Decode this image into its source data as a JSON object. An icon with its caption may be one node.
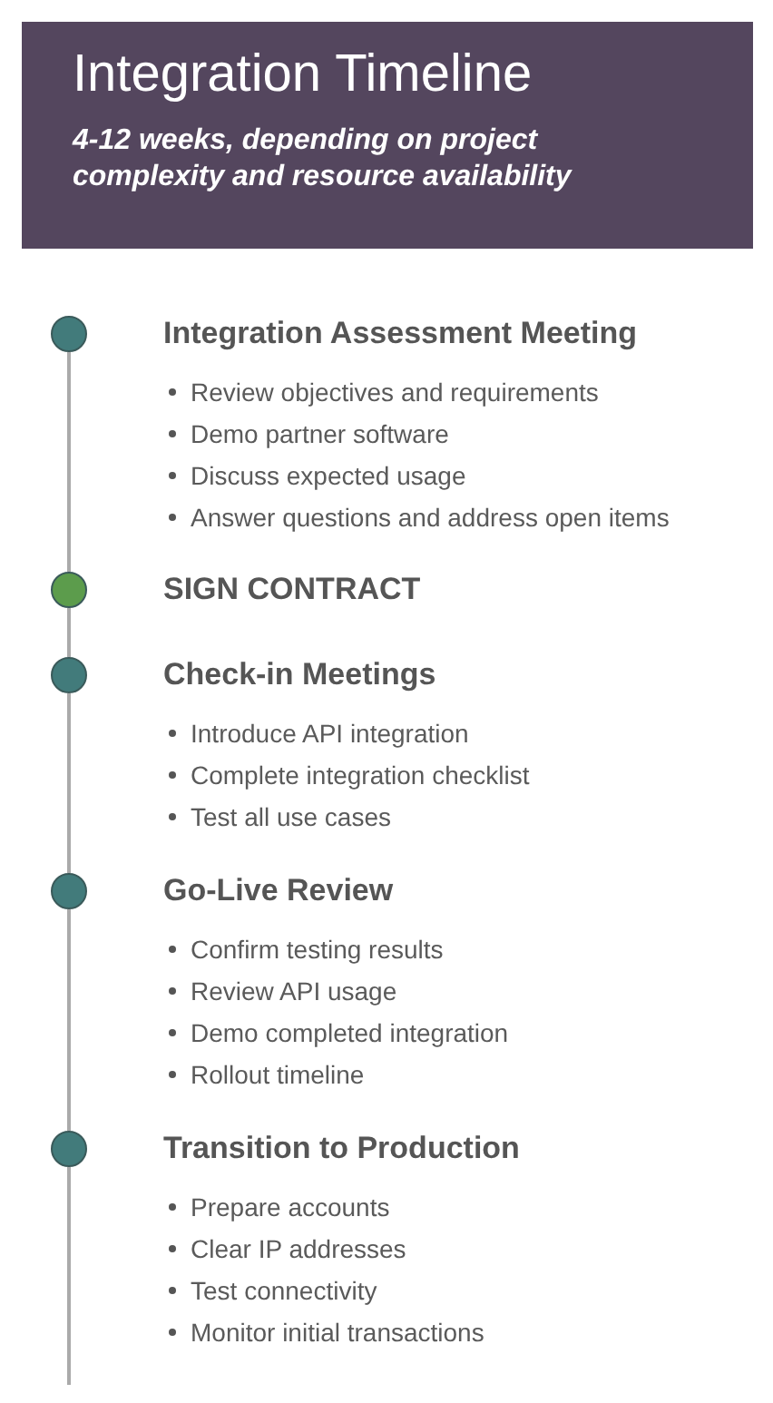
{
  "diagram": {
    "nodes": [
      {
        "text": [
          "Integration Timeline",
          "4-12 weeks, depending on project complexity and resource availability"
        ]
      },
      {
        "text": [],
        "shape": "circle",
        "beside": [
          "Integration Assessment Meeting",
          "Review objectives and requirements",
          "Demo partner software",
          "Discuss expected usage",
          "Answer questions and address open items"
        ]
      },
      {
        "text": [],
        "shape": "circle",
        "beside": [
          "SIGN CONTRACT"
        ]
      },
      {
        "text": [],
        "shape": "circle",
        "beside": [
          "Check-in Meetings",
          "Introduce API integration",
          "Complete integration checklist",
          "Test all use cases"
        ]
      },
      {
        "text": [],
        "shape": "circle",
        "beside": [
          "Go-Live Review",
          "Confirm testing results",
          "Review API usage",
          "Demo completed integration",
          "Rollout timeline"
        ]
      },
      {
        "text": [],
        "shape": "circle",
        "beside": [
          "Transition to Production",
          "Prepare accounts",
          "Clear IP addresses",
          "Test connectivity",
          "Monitor initial transactions"
        ]
      }
    ],
    "edges": [
      {
        "from": 1,
        "to": 2,
        "arrow": "none"
      },
      {
        "from": 2,
        "to": 3,
        "arrow": "none"
      },
      {
        "from": 3,
        "to": 4,
        "arrow": "none"
      },
      {
        "from": 4,
        "to": 5,
        "arrow": "none"
      },
      {
        "from": 5,
        "to": null,
        "arrow": "none"
      }
    ]
  }
}
